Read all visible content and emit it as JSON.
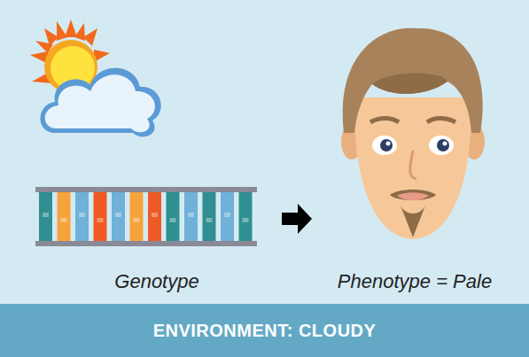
{
  "diagram": {
    "nodes": [
      {
        "text": [
          "ENVIRONMENT: CLOUDY"
        ]
      }
    ],
    "labels": [
      "Genotype",
      "Phenotype = Pale"
    ]
  }
}
